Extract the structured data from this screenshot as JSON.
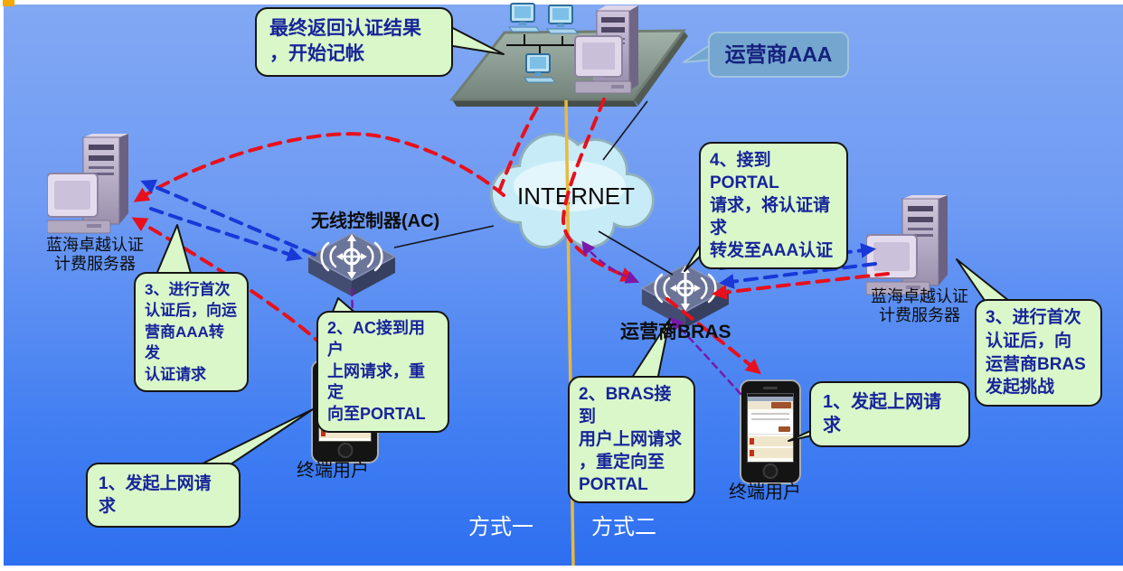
{
  "page": {
    "divider_method1": "方式一",
    "divider_method2": "方式二"
  },
  "network": {
    "internet_label": "INTERNET",
    "aaa_label": "运营商AAA",
    "ac_label": "无线控制器(AC)",
    "bras_label": "运营商BRAS",
    "left_server_label": "蓝海卓越认证\n计费服务器",
    "right_server_label": "蓝海卓越认证\n计费服务器",
    "left_phone_label": "终端用户",
    "right_phone_label": "终端用户"
  },
  "callouts": {
    "final_result": "最终返回认证结果\n，开始记帐",
    "m1_step3": "3、进行首次\n认证后，向运\n营商AAA转发\n认证请求",
    "m1_step2": "2、AC接到用户\n上网请求，重定\n向至PORTAL",
    "m1_step1": "1、发起上网请求",
    "m2_step4": "4、接到PORTAL\n请求，将认证请求\n转发至AAA认证",
    "m2_step2": "2、BRAS接到\n用户上网请求\n，重定向至\nPORTAL",
    "m2_step1": "1、发起上网请求",
    "m2_step3": "3、进行首次\n认证后，向\n运营商BRAS\n发起挑战"
  },
  "colors": {
    "background_top": "#81a8f3",
    "background_bottom": "#2e6ff0",
    "callout_green": "#d9f7c9",
    "callout_blue_fill": "#74a6cf",
    "callout_text_navy": "#17249a",
    "flow_red": "#e8101c",
    "flow_blue": "#1838d8",
    "flow_purple": "#7a18a8",
    "divider_yellow": "#e9b93c",
    "corner_accent_orange": "#f5a800"
  }
}
